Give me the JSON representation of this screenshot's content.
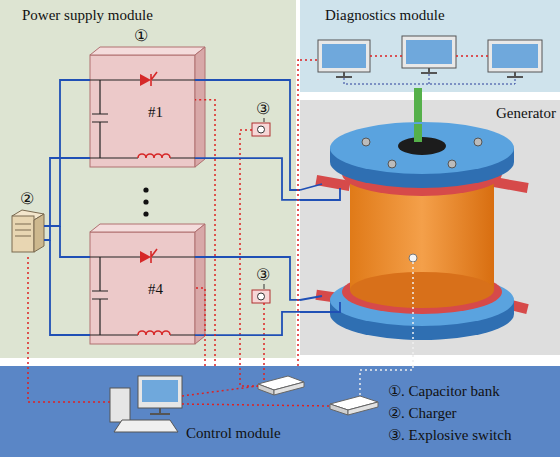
{
  "diagram": {
    "nodes": [
      {
        "text": [
          "Power supply module"
        ]
      },
      {
        "text": [
          "#1"
        ],
        "in": 0
      },
      {
        "text": [
          "#4"
        ],
        "in": 0
      },
      {
        "text": [
          "Diagnostics module"
        ]
      },
      {
        "text": [
          "Generator"
        ]
      },
      {
        "text": [
          "Control module"
        ]
      }
    ],
    "edges": [
      {
        "from": 1,
        "to": 4,
        "arrow": "none"
      },
      {
        "from": 1,
        "to": 4,
        "arrow": "none"
      },
      {
        "from": 2,
        "to": 4,
        "arrow": "none"
      },
      {
        "from": 2,
        "to": 4,
        "arrow": "none"
      },
      {
        "from": 5,
        "to": 1,
        "arrow": "none"
      },
      {
        "from": 5,
        "to": 2,
        "arrow": "none"
      },
      {
        "from": 5,
        "to": 3,
        "arrow": "none"
      },
      {
        "from": 4,
        "to": 5,
        "arrow": "none"
      }
    ],
    "labels": [
      "①",
      "②",
      "③",
      "③",
      "①. Capacitor bank",
      "②. Charger",
      "③. Explosive switch"
    ]
  }
}
